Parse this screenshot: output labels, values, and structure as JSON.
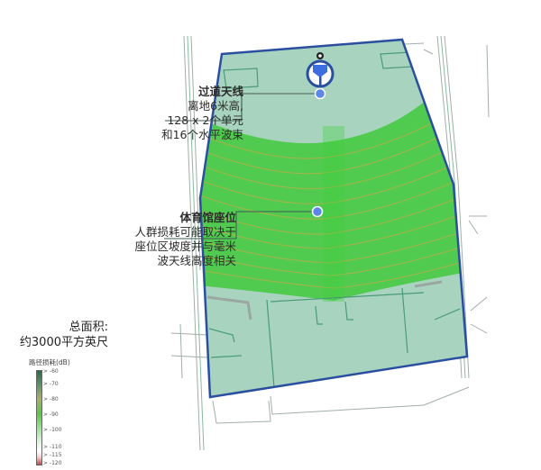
{
  "callouts": {
    "antenna": {
      "title": "过道天线",
      "lines": [
        "离地6米高,",
        "128 x 2个单元",
        "和16个水平波束"
      ]
    },
    "seating": {
      "title": "体育馆座位",
      "lines": [
        "人群损耗可能取决于",
        "座位区坡度并与毫米",
        "波天线高度相关"
      ]
    }
  },
  "area": {
    "label": "总面积:",
    "value": "约3000平方英尺"
  },
  "legend": {
    "title": "路径损耗(dB)",
    "ticks": [
      {
        "label": "> -60",
        "pos": 0
      },
      {
        "label": "> -70",
        "pos": 14
      },
      {
        "label": "> -80",
        "pos": 30
      },
      {
        "label": "> -90",
        "pos": 46
      },
      {
        "label": "> -100",
        "pos": 62
      },
      {
        "label": "> -110",
        "pos": 80
      },
      {
        "label": "> -115",
        "pos": 89
      },
      {
        "label": "> -120",
        "pos": 98
      }
    ]
  },
  "colors": {
    "coverage_outline": "#2a4fa0",
    "coverage_fill": "#a8d4bf",
    "seating_fill": "#4cc94a",
    "marker": "#5b87e8",
    "leader_line": "#3f5a52"
  }
}
